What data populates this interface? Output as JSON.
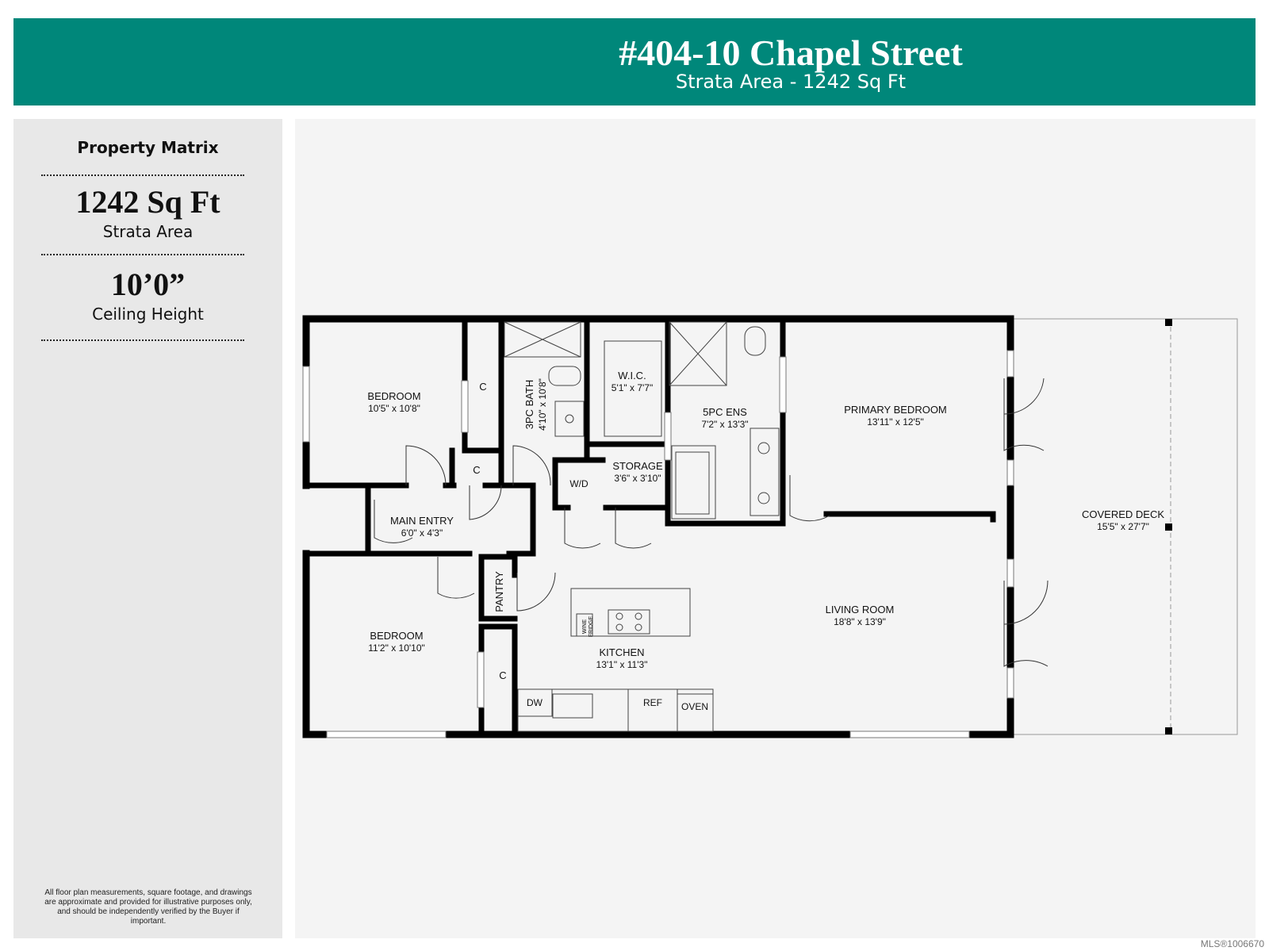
{
  "header": {
    "title": "#404-10 Chapel Street",
    "subtitle": "Strata Area - 1242 Sq Ft"
  },
  "sidebar": {
    "heading": "Property Matrix",
    "area_value": "1242 Sq Ft",
    "area_label": "Strata Area",
    "ceiling_value": "10’0”",
    "ceiling_label": "Ceiling Height",
    "disclaimer": "All floor plan measurements, square footage, and drawings are approximate and provided for illustrative purposes only, and should be independently verified by the Buyer if important."
  },
  "floorplan": {
    "rooms": [
      {
        "name": "BEDROOM",
        "dim": "10'5\" x 10'8\""
      },
      {
        "name": "C",
        "dim": ""
      },
      {
        "name": "C",
        "dim": ""
      },
      {
        "name": "3PC BATH",
        "dim": "4'10\" x 10'8\""
      },
      {
        "name": "W.I.C.",
        "dim": "5'1\" x 7'7\""
      },
      {
        "name": "W/D",
        "dim": ""
      },
      {
        "name": "STORAGE",
        "dim": "3'6\" x 3'10\""
      },
      {
        "name": "5PC ENS",
        "dim": "7'2\" x 13'3\""
      },
      {
        "name": "PRIMARY BEDROOM",
        "dim": "13'11\" x 12'5\""
      },
      {
        "name": "COVERED DECK",
        "dim": "15'5\" x 27'7\""
      },
      {
        "name": "MAIN ENTRY",
        "dim": "6'0\" x 4'3\""
      },
      {
        "name": "PANTRY",
        "dim": ""
      },
      {
        "name": "BEDROOM",
        "dim": "11'2\" x 10'10\""
      },
      {
        "name": "C",
        "dim": ""
      },
      {
        "name": "KITCHEN",
        "dim": "13'1\" x 11'3\""
      },
      {
        "name": "LIVING ROOM",
        "dim": "18'8\" x 13'9\""
      }
    ],
    "fixtures": {
      "dw": "DW",
      "ref": "REF",
      "oven": "OVEN",
      "wine1": "WINE",
      "wine2": "FRIDGE"
    }
  },
  "footer": {
    "mls": "MLS®1006670"
  },
  "colors": {
    "header_bg": "#00877a",
    "sidebar_bg": "#e8e8e8",
    "plan_bg": "#f4f4f4",
    "wall": "#000000"
  }
}
